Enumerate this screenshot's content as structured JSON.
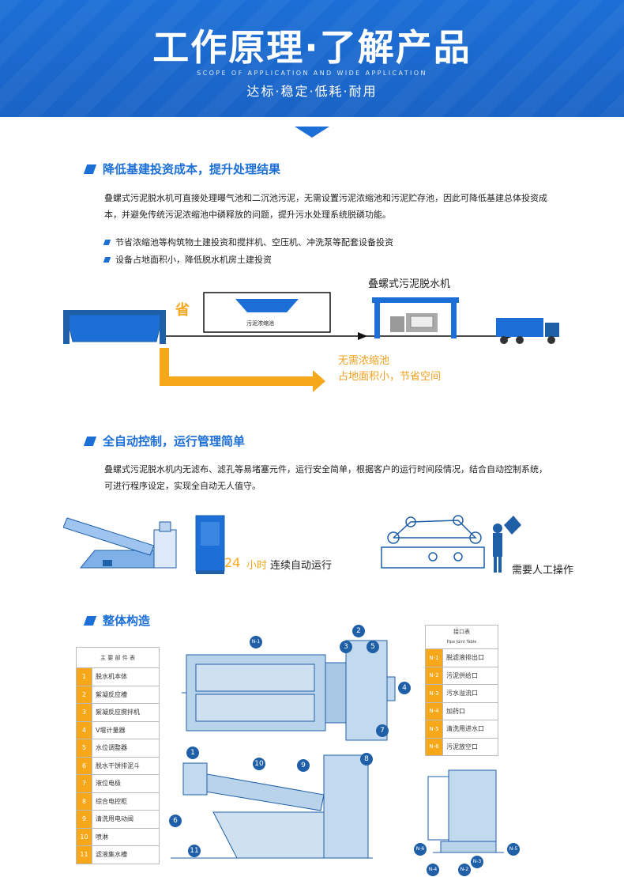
{
  "header": {
    "title": "工作原理·了解产品",
    "subtitle": "SCOPE OF APPLICATION AND WIDE APPLICATION",
    "tagline": "达标·稳定·低耗·耐用"
  },
  "section1": {
    "title": "降低基建投资成本，提升处理结果",
    "paragraph": "叠螺式污泥脱水机可直接处理曝气池和二沉池污泥，无需设置污泥浓缩池和污泥贮存池，因此可降低基建总体投资成本，并避免传统污泥浓缩池中磷释放的问题，提升污水处理系统脱磷功能。",
    "bullets": [
      "节省浓缩池等构筑物土建投资和搅拌机、空压机、冲洗泵等配套设备投资",
      "设备占地面积小，降低脱水机房土建投资"
    ],
    "diagram": {
      "save_label": "省",
      "tank_label": "污泥浓缩池",
      "machine_label": "叠螺式污泥脱水机",
      "note_line1": "无需浓缩池",
      "note_line2": "占地面积小，节省空间"
    }
  },
  "section2": {
    "title": "全自动控制，运行管理简单",
    "paragraph": "叠螺式污泥脱水机内无滤布、滤孔等易堵塞元件，运行安全简单，根据客户的运行时间段情况，结合自动控制系统，可进行程序设定，实现全自动无人值守。",
    "hours_number": "24",
    "hours_unit": "小时",
    "auto_text": "连续自动运行",
    "manual_text": "需要人工操作"
  },
  "section3": {
    "title": "整体构造",
    "parts_table_header": "主 要 部 件 表",
    "parts": [
      {
        "num": "1",
        "name": "脱水机本体"
      },
      {
        "num": "2",
        "name": "絮凝反应槽"
      },
      {
        "num": "3",
        "name": "絮凝反应搅拌机"
      },
      {
        "num": "4",
        "name": "V堰计量器"
      },
      {
        "num": "5",
        "name": "水位调整器"
      },
      {
        "num": "6",
        "name": "脱水干饼排泥斗"
      },
      {
        "num": "7",
        "name": "液位电极"
      },
      {
        "num": "8",
        "name": "综合电控柜"
      },
      {
        "num": "9",
        "name": "清洗用电动阀"
      },
      {
        "num": "10",
        "name": "喷淋"
      },
      {
        "num": "11",
        "name": "滤液集水槽"
      }
    ],
    "pipe_table_header": "接口表",
    "pipe_table_sub": "Pipe Joint Table",
    "pipes": [
      {
        "code": "N-1",
        "name": "脱滤液排出口"
      },
      {
        "code": "N-2",
        "name": "污泥供给口"
      },
      {
        "code": "N-3",
        "name": "污水溢流口"
      },
      {
        "code": "N-4",
        "name": "加药口"
      },
      {
        "code": "N-5",
        "name": "清洗用进水口"
      },
      {
        "code": "N-6",
        "name": "污泥放空口"
      }
    ],
    "callouts_top": [
      "N-1",
      "2",
      "3",
      "5",
      "4",
      "7"
    ],
    "callouts_side": [
      "1",
      "10",
      "9",
      "8",
      "6",
      "11"
    ],
    "callouts_right": [
      "N-6",
      "N-5",
      "N-4",
      "N-2",
      "N-3"
    ]
  },
  "colors": {
    "brand_blue": "#1c6fd6",
    "accent_orange": "#f6a71a",
    "machine_blue": "#1f5fa8"
  }
}
